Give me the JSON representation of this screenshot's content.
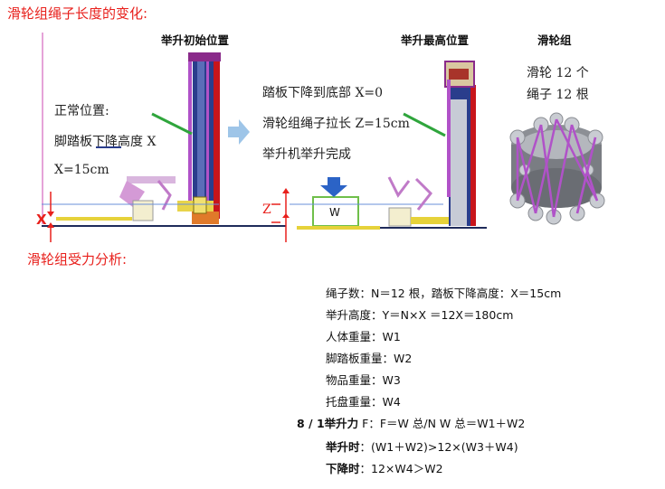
{
  "titles": {
    "rope_change": "滑轮组绳子长度的变化:",
    "force_analysis": "滑轮组受力分析:"
  },
  "headers": {
    "initial": "举升初始位置",
    "highest": "举升最高位置",
    "pulley": "滑轮组"
  },
  "left_note": {
    "line1": "正常位置:",
    "line2": "脚踏板下降高度 X",
    "line3": "X=15cm"
  },
  "middle_note": {
    "line1": "踏板下降到底部 X=0",
    "line2": "滑轮组绳子拉长 Z=15cm",
    "line3": "举升机举升完成"
  },
  "pulley_note": {
    "line1": "滑轮 12 个",
    "line2": "绳子 12 根"
  },
  "diagram_labels": {
    "x": "X",
    "z": "Z",
    "w": "W"
  },
  "calc": {
    "l1": "绳子数：N＝12 根，踏板下降高度：X＝15cm",
    "l2": "举升高度：Y＝N×X ＝12X＝180cm",
    "l3": "人体重量：W1",
    "l4": "脚踏板重量：W2",
    "l5": "物品重量：W3",
    "l6": "托盘重量：W4",
    "l7_prefix": "8 / 1",
    "l7_label": "举升力",
    "l7_formula": " F：F＝W 总/N    W 总＝W1＋W2",
    "l8_label": "举升时",
    "l8_formula": "：(W1＋W2)>12×(W3＋W4)",
    "l9_label": "下降时",
    "l9_formula": "：12×W4＞W2"
  },
  "colors": {
    "title_red": "#e8201c",
    "column_blue": "#2a3d8c",
    "rope_purple": "#b052c8",
    "arrow_green": "#2fa53c",
    "base_orange": "#e07a2a",
    "pedal_yellow": "#e6d23a",
    "box_green": "#6fbf4a",
    "down_arrow_blue": "#2b63c6",
    "hint_arrow_blue": "#9ec5e8"
  }
}
